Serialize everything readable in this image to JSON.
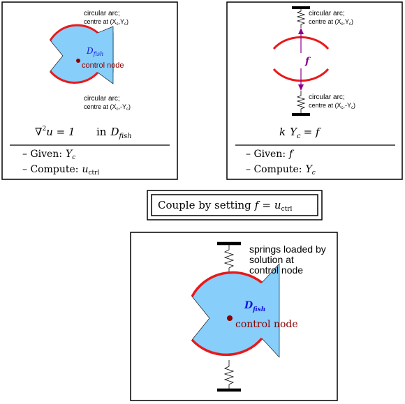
{
  "panel_left": {
    "arc_upper_label_line1": "circular arc;",
    "arc_upper_label_line2": "centre at (X",
    "arc_upper_label_sub1": "c",
    "arc_upper_label_mid": ",Y",
    "arc_upper_label_sub2": "c",
    "arc_upper_label_end": ")",
    "arc_lower_label_line1": "circular arc;",
    "arc_lower_label_line2": "centre at (X",
    "arc_lower_label_sub1": "c",
    "arc_lower_label_mid": ",-Y",
    "arc_lower_label_sub2": "c",
    "arc_lower_label_end": ")",
    "domain_label": "D",
    "domain_sub": "fish",
    "control_node_label": "control node",
    "equation_part1": "∇",
    "equation_sup": "2",
    "equation_part2": "u = 1",
    "equation_in": "in",
    "equation_D": "D",
    "equation_sub": "fish",
    "given_prefix": "– Given:",
    "given_var": "Y",
    "given_var_sub": "c",
    "compute_prefix": "– Compute:",
    "compute_var": "u",
    "compute_var_sub": "ctrl"
  },
  "panel_right": {
    "arc_upper_label_line1": "circular arc;",
    "arc_upper_label_line2": "centre at (X",
    "arc_upper_label_sub1": "c",
    "arc_upper_label_mid": ",Y",
    "arc_upper_label_sub2": "c",
    "arc_upper_label_end": ")",
    "arc_lower_label_line1": "circular arc;",
    "arc_lower_label_line2": "centre at (X",
    "arc_lower_label_sub1": "c",
    "arc_lower_label_mid": ",-Y",
    "arc_lower_label_sub2": "c",
    "arc_lower_label_end": ")",
    "force_label": "f",
    "equation_k": "k",
    "equation_Y": "Y",
    "equation_sub": "c",
    "equation_rhs": "= f",
    "given_prefix": "– Given:",
    "given_var": "f",
    "compute_prefix": "– Compute:",
    "compute_var": "Y",
    "compute_var_sub": "c"
  },
  "couple_box": {
    "text": "Couple by setting",
    "f": "f",
    "eq": "=",
    "u": "u",
    "u_sub": "ctrl"
  },
  "panel_bottom": {
    "springs_line1": "springs loaded by",
    "springs_line2": "solution at",
    "springs_line3": "control node",
    "domain_label": "D",
    "domain_sub": "fish",
    "control_node_label": "control node"
  },
  "colors": {
    "fish_fill": "#87cefa",
    "arc_red": "#e8191b",
    "node_dark_red": "#8b0000",
    "label_blue": "#1515e0",
    "force_purple": "#8b008b",
    "text_black": "#000000"
  }
}
